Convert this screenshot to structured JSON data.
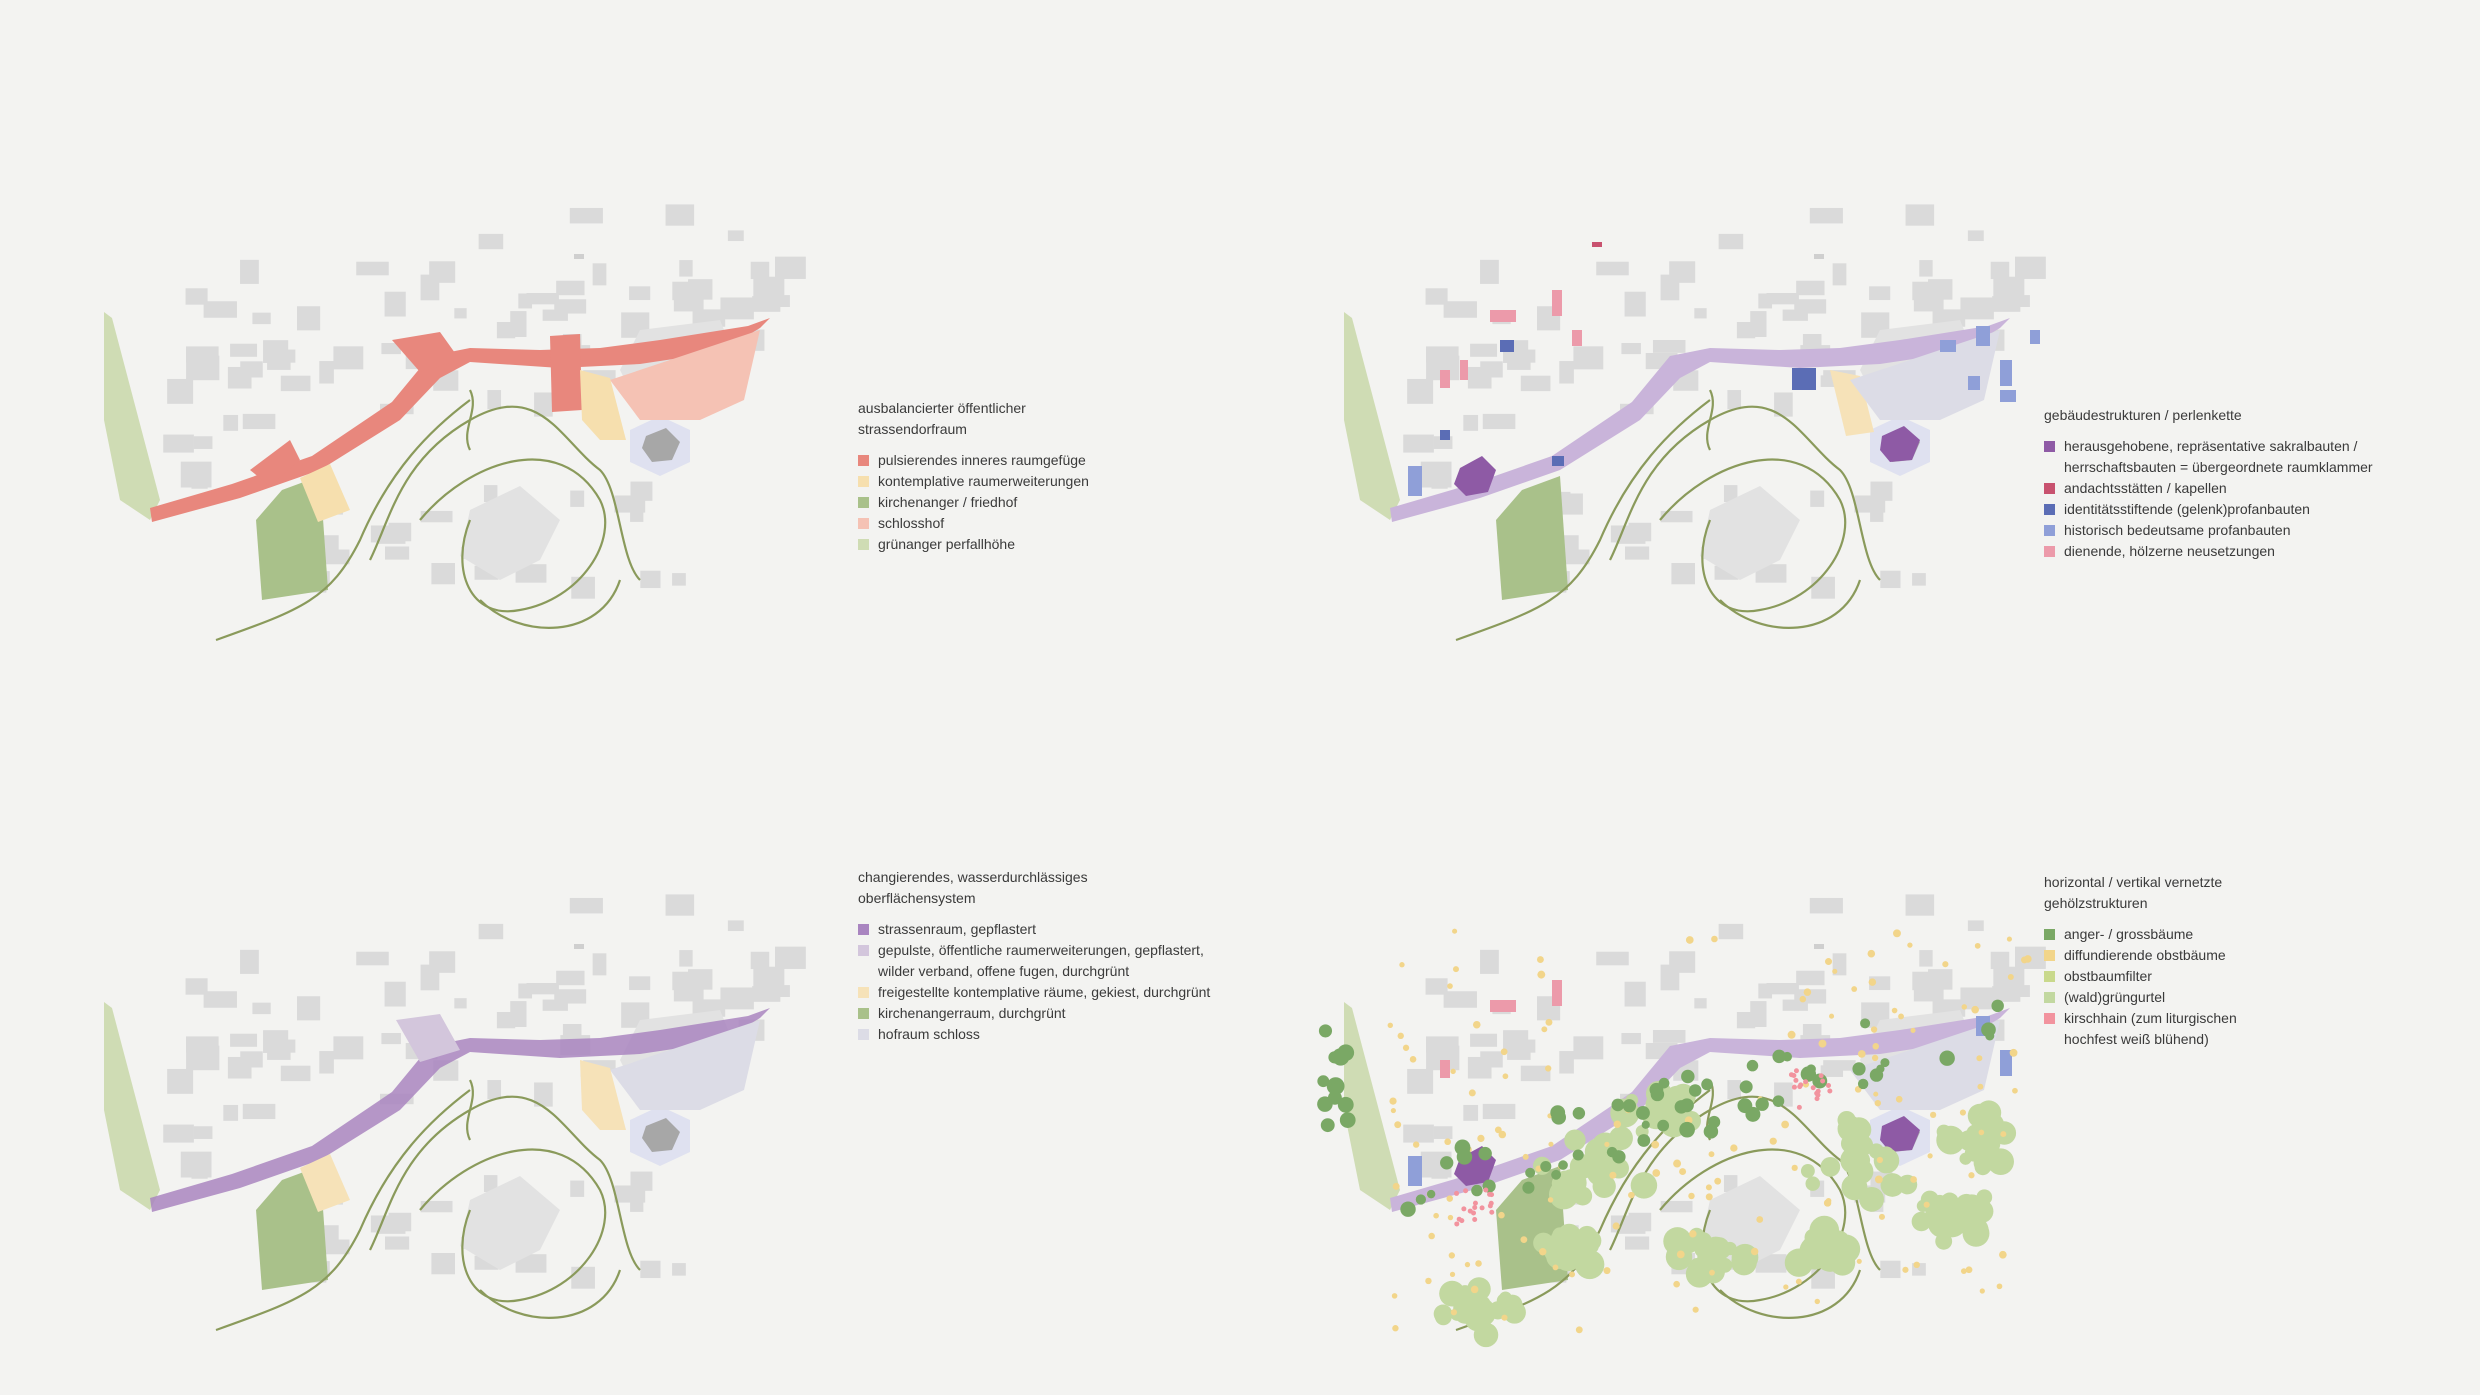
{
  "colors": {
    "background": "#f3f3f1",
    "buildings": "#dadada",
    "path_line": "#8a9a5b"
  },
  "panels": [
    {
      "id": "raum",
      "heading": [
        "ausbalancierter öffentlicher",
        "strassendorfraum"
      ],
      "legend": [
        {
          "lines": [
            "pulsierendes inneres raumgefüge"
          ],
          "color": "#e8877d"
        },
        {
          "lines": [
            "kontemplative raumerweiterungen"
          ],
          "color": "#f6dfae"
        },
        {
          "lines": [
            "kirchenanger / friedhof"
          ],
          "color": "#a9c18a"
        },
        {
          "lines": [
            "schlosshof"
          ],
          "color": "#f5c2b4"
        },
        {
          "lines": [
            "grünanger perfallhöhe"
          ],
          "color": "#cfdcb4"
        }
      ]
    },
    {
      "id": "gebaeude",
      "heading": [
        "gebäudestrukturen / perlenkette"
      ],
      "legend": [
        {
          "lines": [
            "herausgehobene, repräsentative sakralbauten /",
            "herrschaftsbauten = übergeordnete raumklammer"
          ],
          "color": "#8e5aa5"
        },
        {
          "lines": [
            "andachtsstätten / kapellen"
          ],
          "color": "#c8526f"
        },
        {
          "lines": [
            "identitätsstiftende (gelenk)profanbauten"
          ],
          "color": "#5b6db5"
        },
        {
          "lines": [
            "historisch bedeutsame profanbauten"
          ],
          "color": "#8f9fd8"
        },
        {
          "lines": [
            "dienende, hölzerne neusetzungen"
          ],
          "color": "#ec9aaa"
        }
      ]
    },
    {
      "id": "oberflaeche",
      "heading": [
        "changierendes, wasserdurchlässiges",
        "oberflächensystem"
      ],
      "legend": [
        {
          "lines": [
            "strassenraum, gepflastert"
          ],
          "color": "#a985c0"
        },
        {
          "lines": [
            "gepulste, öffentliche raumerweiterungen, gepflastert,",
            "wilder verband, offene fugen, durchgrünt"
          ],
          "color": "#d3c6dc"
        },
        {
          "lines": [
            "freigestellte kontemplative räume, gekiest, durchgrünt"
          ],
          "color": "#f6e2b8"
        },
        {
          "lines": [
            "kirchenangerraum, durchgrünt"
          ],
          "color": "#a9c18a"
        },
        {
          "lines": [
            "hofraum schloss"
          ],
          "color": "#dcdce6"
        }
      ]
    },
    {
      "id": "gehoelz",
      "heading": [
        "horizontal / vertikal vernetzte",
        "gehölzstrukturen"
      ],
      "legend": [
        {
          "lines": [
            "anger- / grossbäume"
          ],
          "color": "#7aa865"
        },
        {
          "lines": [
            "diffundierende obstbäume"
          ],
          "color": "#f2d58a"
        },
        {
          "lines": [
            "obstbaumfilter"
          ],
          "color": "#c9d98c"
        },
        {
          "lines": [
            "(wald)grüngurtel"
          ],
          "color": "#c2d8a0"
        },
        {
          "lines": [
            "kirschhain (zum liturgischen",
            "hochfest weiß blühend)"
          ],
          "color": "#f2939e"
        }
      ]
    }
  ]
}
